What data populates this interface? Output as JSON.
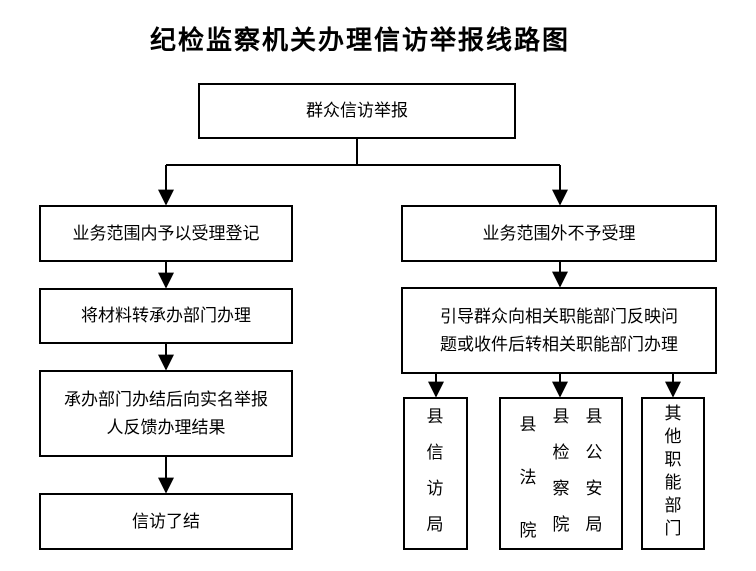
{
  "title": "纪检监察机关办理信访举报线路图",
  "nodes": {
    "start": "群众信访举报",
    "left1": "业务范围内予以受理登记",
    "left2": "将材料转承办部门办理",
    "left3_line1": "承办部门办结后向实名举报",
    "left3_line2": "人反馈办理结果",
    "left4": "信访了结",
    "right1": "业务范围外不予受理",
    "right2_line1": "引导群众向相关职能部门反映问",
    "right2_line2": "题或收件后转相关职能部门办理"
  },
  "outlets": {
    "xfj": "县信访局",
    "fy": "县法院",
    "jcy": "县检察院",
    "gaj": "县公安局",
    "qt": "其他职能部门"
  }
}
